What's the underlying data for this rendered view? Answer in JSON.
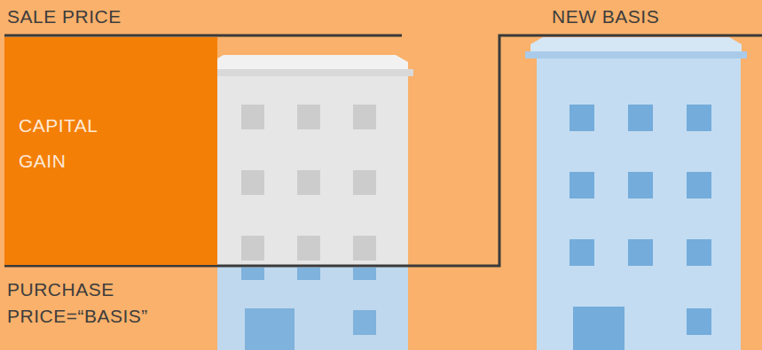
{
  "diagram": {
    "nodes": [
      {
        "text": [
          "CAPITAL GAIN"
        ]
      }
    ],
    "labels": [
      "SALE PRICE",
      "NEW BASIS",
      "PURCHASE PRICE=“BASIS”"
    ]
  }
}
